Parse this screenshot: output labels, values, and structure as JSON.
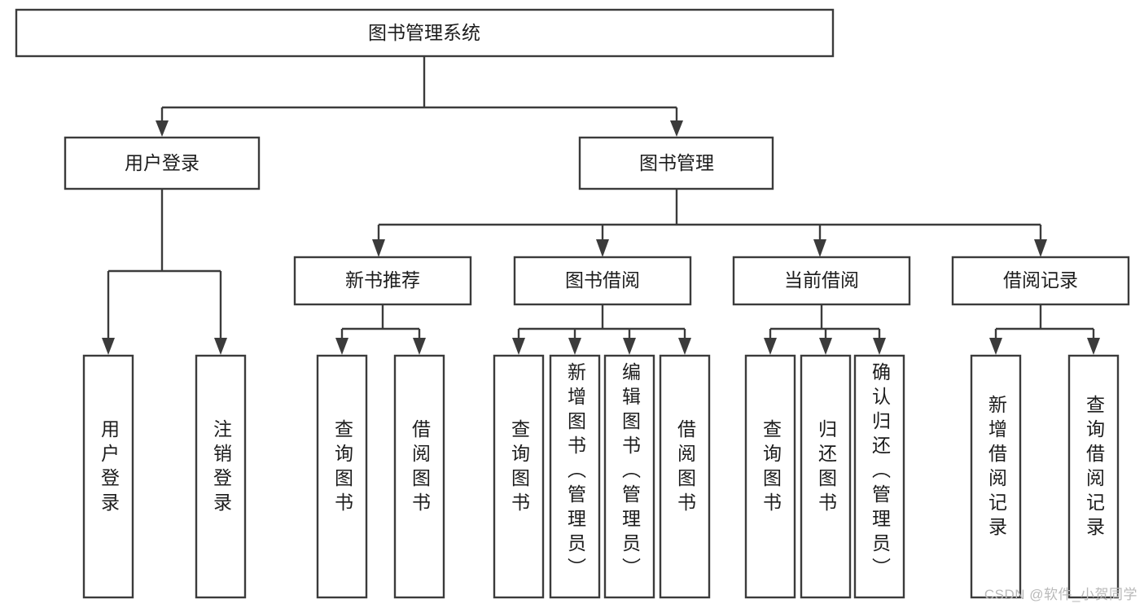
{
  "diagram": {
    "title": "图书管理系统",
    "type": "tree-hierarchy",
    "root": {
      "label": "图书管理系统"
    },
    "level1": [
      {
        "label": "用户登录"
      },
      {
        "label": "图书管理"
      }
    ],
    "level2": [
      {
        "label": "新书推荐"
      },
      {
        "label": "图书借阅"
      },
      {
        "label": "当前借阅"
      },
      {
        "label": "借阅记录"
      }
    ],
    "leaves": {
      "user_login": [
        {
          "label": "用户登录"
        },
        {
          "label": "注销登录"
        }
      ],
      "new_book_recommend": [
        {
          "label": "查询图书"
        },
        {
          "label": "借阅图书"
        }
      ],
      "book_borrow": [
        {
          "label": "查询图书"
        },
        {
          "label": "新增图书（管理员）"
        },
        {
          "label": "编辑图书（管理员）"
        },
        {
          "label": "借阅图书"
        }
      ],
      "current_borrow": [
        {
          "label": "查询图书"
        },
        {
          "label": "归还图书"
        },
        {
          "label": "确认归还（管理员）"
        }
      ],
      "borrow_record": [
        {
          "label": "新增借阅记录"
        },
        {
          "label": "查询借阅记录"
        }
      ]
    }
  },
  "watermark": {
    "text": "CSDN @软件_小贺同学"
  },
  "colors": {
    "stroke": "#3b3b3b",
    "fill": "#ffffff",
    "text": "#1c1c1c",
    "watermark": "#b9b9b9"
  }
}
